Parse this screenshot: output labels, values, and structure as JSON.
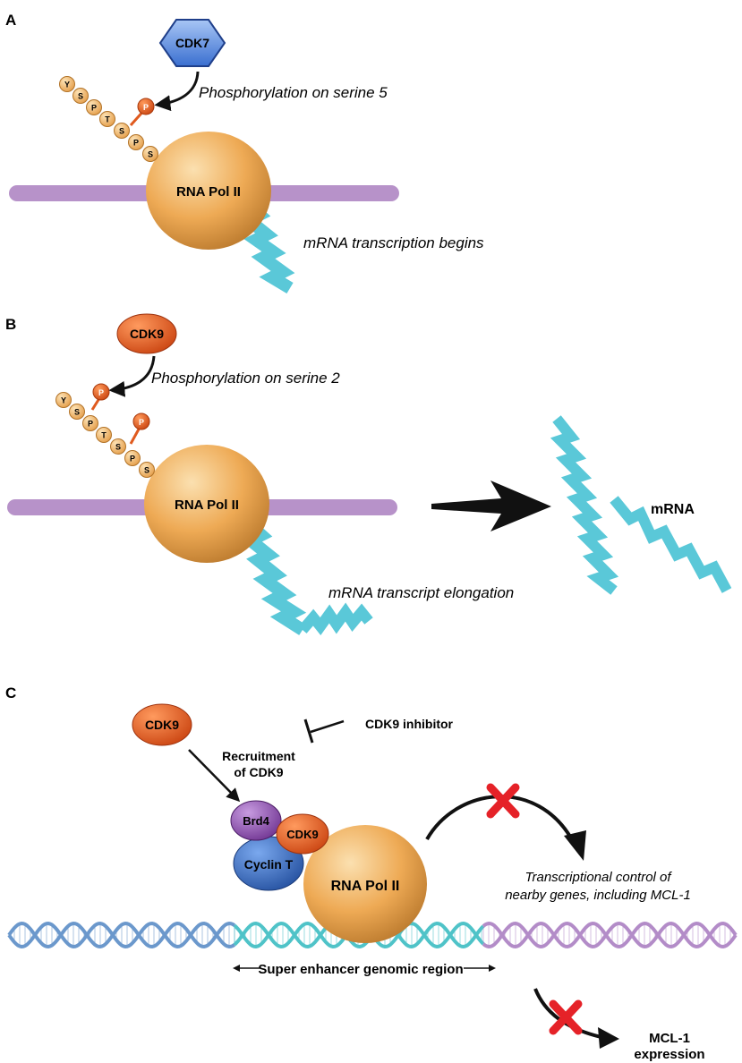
{
  "panels": {
    "a": {
      "letter": "A",
      "kinase": "CDK7",
      "residues": [
        "Y",
        "S",
        "P",
        "T",
        "S",
        "P",
        "S"
      ],
      "phospho": "P",
      "caption_phos": "Phosphorylation on serine 5",
      "polymerase": "RNA Pol II",
      "caption_mrna": "mRNA transcription begins"
    },
    "b": {
      "letter": "B",
      "kinase": "CDK9",
      "residues": [
        "Y",
        "S",
        "P",
        "T",
        "S",
        "P",
        "S"
      ],
      "phospho": "P",
      "caption_phos": "Phosphorylation on serine 2",
      "polymerase": "RNA Pol II",
      "caption_mrna": "mRNA transcript elongation",
      "product": "mRNA"
    },
    "c": {
      "letter": "C",
      "kinase": "CDK9",
      "inhibitor": "CDK9 inhibitor",
      "recruit_line1": "Recruitment",
      "recruit_line2": "of CDK9",
      "brd4": "Brd4",
      "cdk9_bound": "CDK9",
      "cyclin": "Cyclin T",
      "polymerase": "RNA Pol II",
      "control_line1": "Transcriptional control of",
      "control_line2": "nearby genes, including MCL-1",
      "enhancer": "Super enhancer genomic region",
      "mcl_line1": "MCL-1",
      "mcl_line2": "expression"
    }
  },
  "colors": {
    "cdk7": "#3a6fd0",
    "cdk9": "#e05a1e",
    "pol": "#e8a84e",
    "residue": "#f4b865",
    "phospho": "#e05a1e",
    "dna_bar": "#b792c9",
    "mrna": "#5ac8d8",
    "brd4": "#8a4ca6",
    "cyclin": "#2f63b8",
    "block": "#e52228"
  }
}
